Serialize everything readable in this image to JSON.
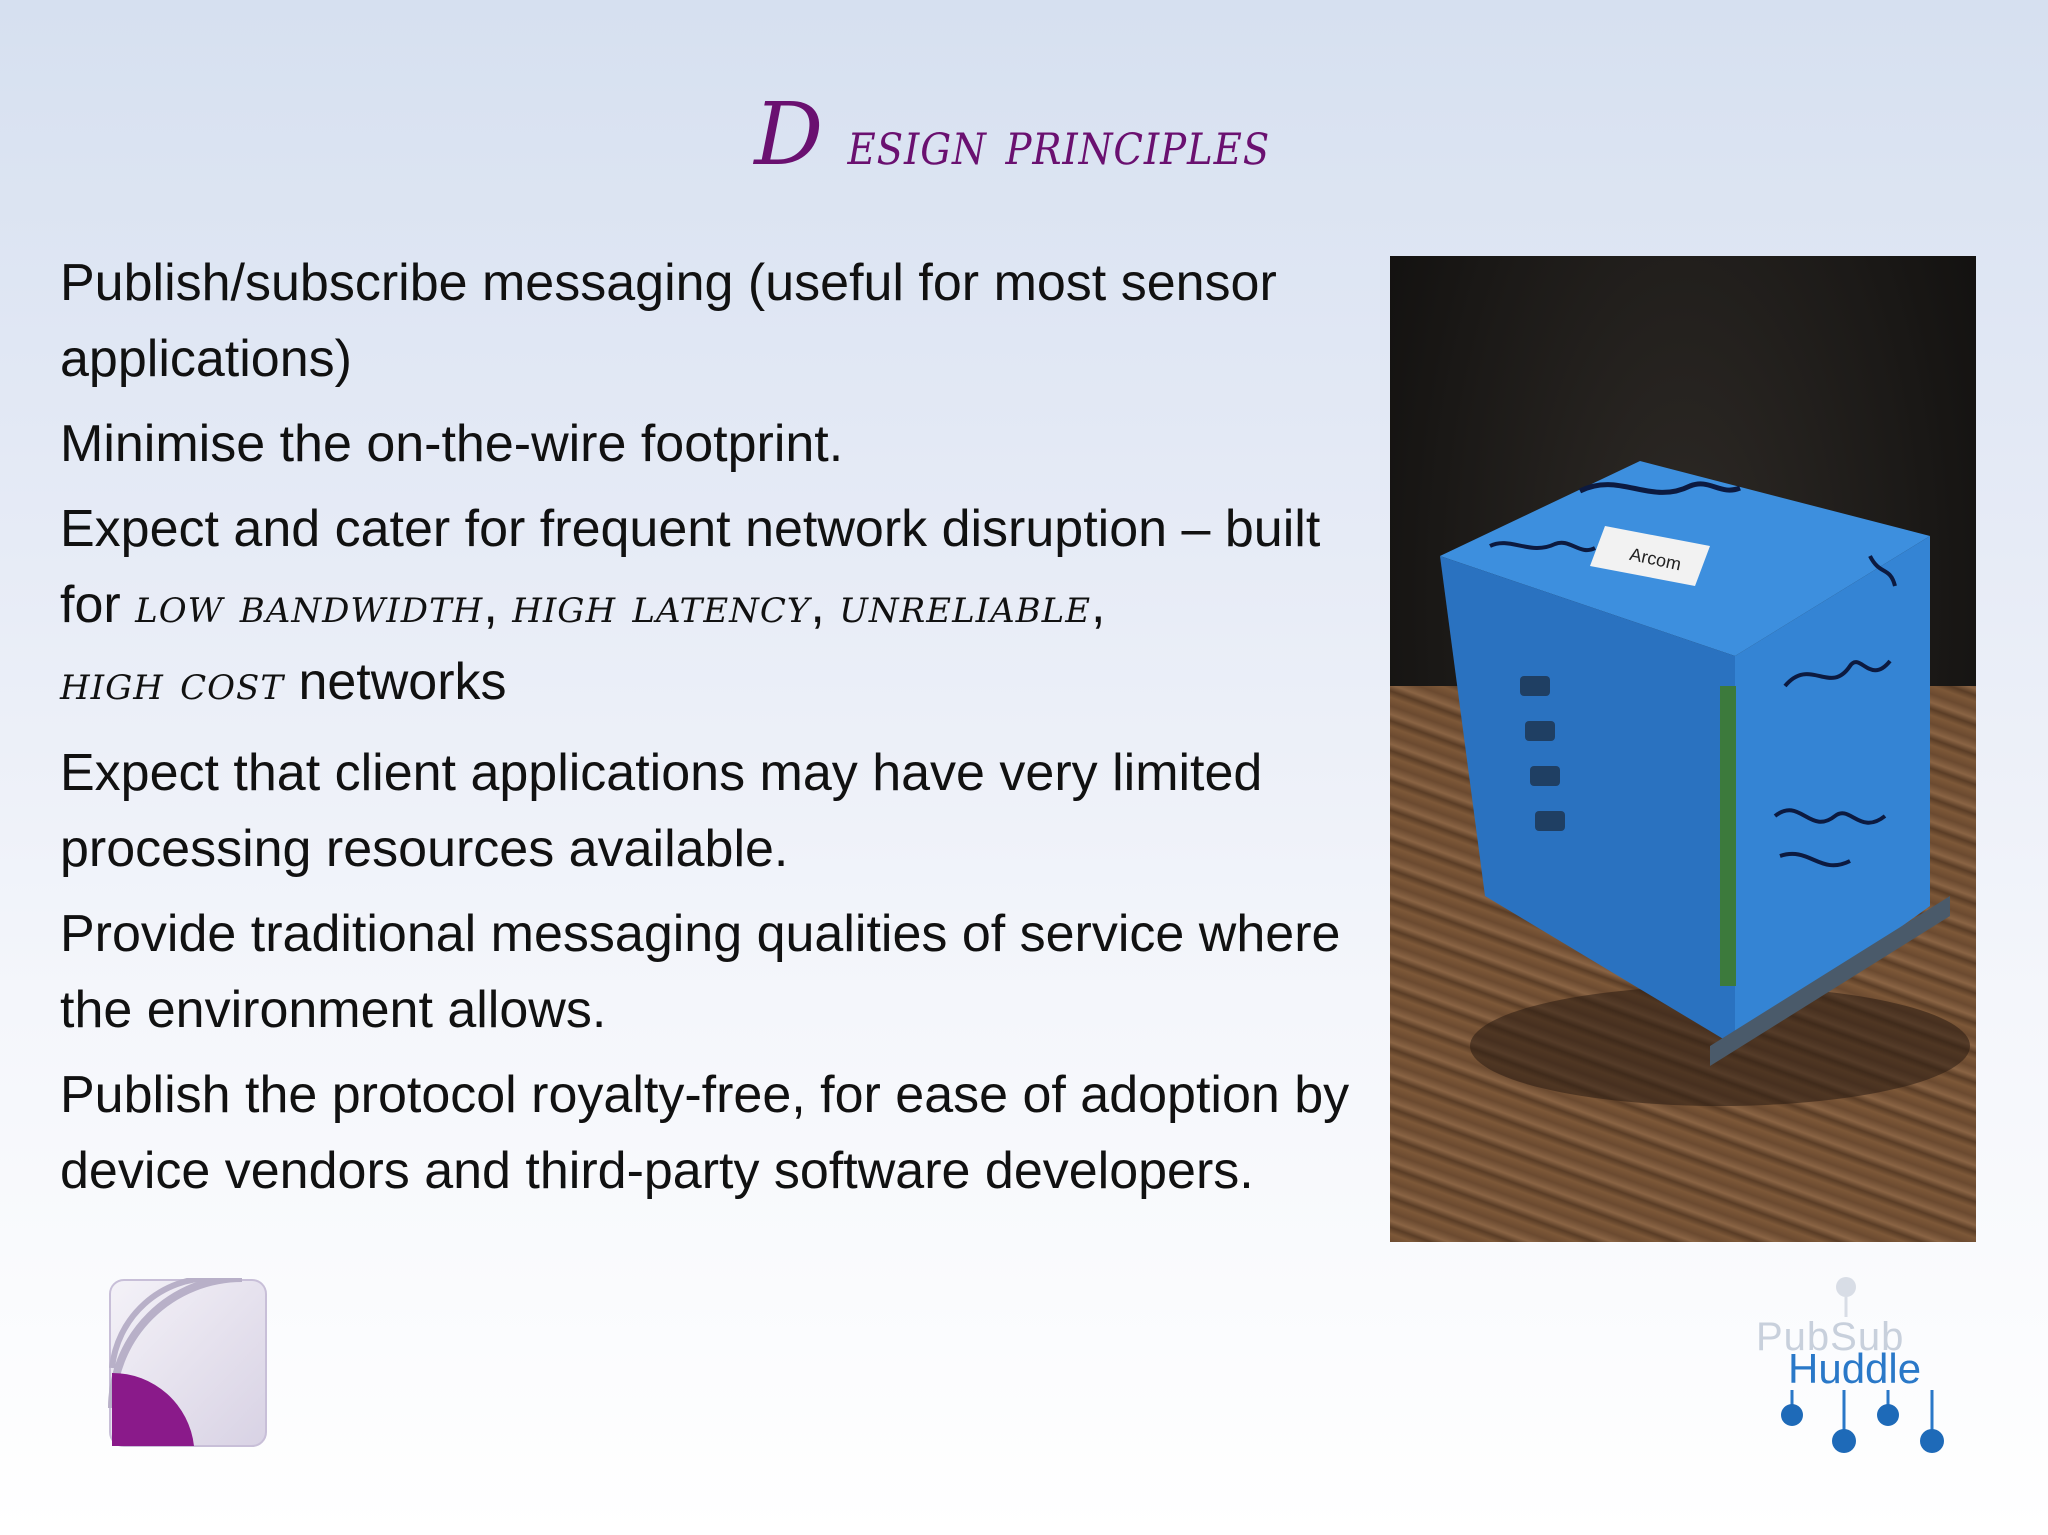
{
  "slide": {
    "title_initial": "D",
    "title_rest": "esign principles",
    "paragraphs": {
      "p1": "Publish/subscribe messaging (useful for most sensor applications)",
      "p2": "Minimise the on-the-wire footprint.",
      "p3_prefix": "Expect and cater for frequent network disruption – built for ",
      "p3_low_bandwidth": "low bandwidth",
      "p3_comma1": ", ",
      "p3_high_latency": "high latency",
      "p3_comma2": ", ",
      "p3_unreliable": "unreliable",
      "p3_comma3": ", ",
      "p3_high_cost": "high cost",
      "p3_suffix": " networks",
      "p4": "Expect that client applications may have very limited processing resources available.",
      "p5": "Provide traditional messaging qualities of service where the environment allows.",
      "p6": "Publish the protocol royalty-free, for ease of adoption by device vendors and third-party software developers."
    },
    "photo": {
      "label_text": "Arcom"
    },
    "logos": {
      "pubsub_top": "PubSub",
      "pubsub_bottom": "Huddle"
    },
    "colors": {
      "title": "#6a1070",
      "cube": "#2f7fd0",
      "logo_purple": "#8a1a8a",
      "logo_blue": "#2a78c8"
    }
  }
}
